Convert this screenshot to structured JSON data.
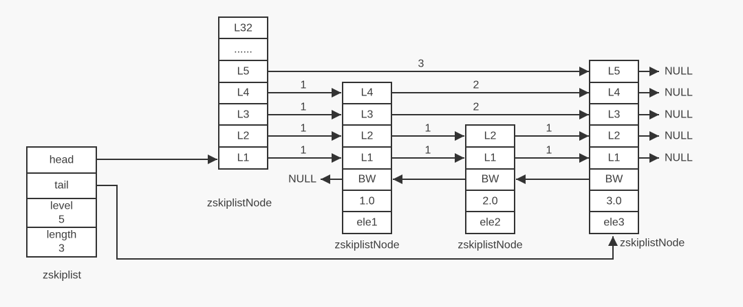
{
  "colors": {
    "background": "#f8f8f8",
    "box_fill": "#ffffff",
    "line": "#333333",
    "text": "#3c3c3c"
  },
  "zskiplist": {
    "label": "zskiplist",
    "head": "head",
    "tail": "tail",
    "level_label": "level",
    "level_value": "5",
    "length_label": "length",
    "length_value": "3"
  },
  "header_node": {
    "label": "zskiplistNode",
    "cells": [
      "L32",
      "......",
      "L5",
      "L4",
      "L3",
      "L2",
      "L1"
    ]
  },
  "node1": {
    "label": "zskiplistNode",
    "cells": [
      "L4",
      "L3",
      "L2",
      "L1",
      "BW",
      "1.0",
      "ele1"
    ]
  },
  "node2": {
    "label": "zskiplistNode",
    "cells": [
      "L2",
      "L1",
      "BW",
      "2.0",
      "ele2"
    ]
  },
  "node3": {
    "label": "zskiplistNode",
    "cells": [
      "L5",
      "L4",
      "L3",
      "L2",
      "L1",
      "BW",
      "3.0",
      "ele3"
    ]
  },
  "spans": {
    "header_to_node3_l5": "3",
    "header_to_node1_l4": "1",
    "header_to_node1_l3": "1",
    "header_to_node1_l2": "1",
    "header_to_node1_l1": "1",
    "node1_to_node3_l4": "2",
    "node1_to_node3_l3": "2",
    "node1_to_node2_l2": "1",
    "node1_to_node2_l1": "1",
    "node2_to_node3_l2": "1",
    "node2_to_node3_l1": "1"
  },
  "nulls": {
    "backward": "NULL",
    "l5": "NULL",
    "l4": "NULL",
    "l3": "NULL",
    "l2": "NULL",
    "l1": "NULL"
  }
}
